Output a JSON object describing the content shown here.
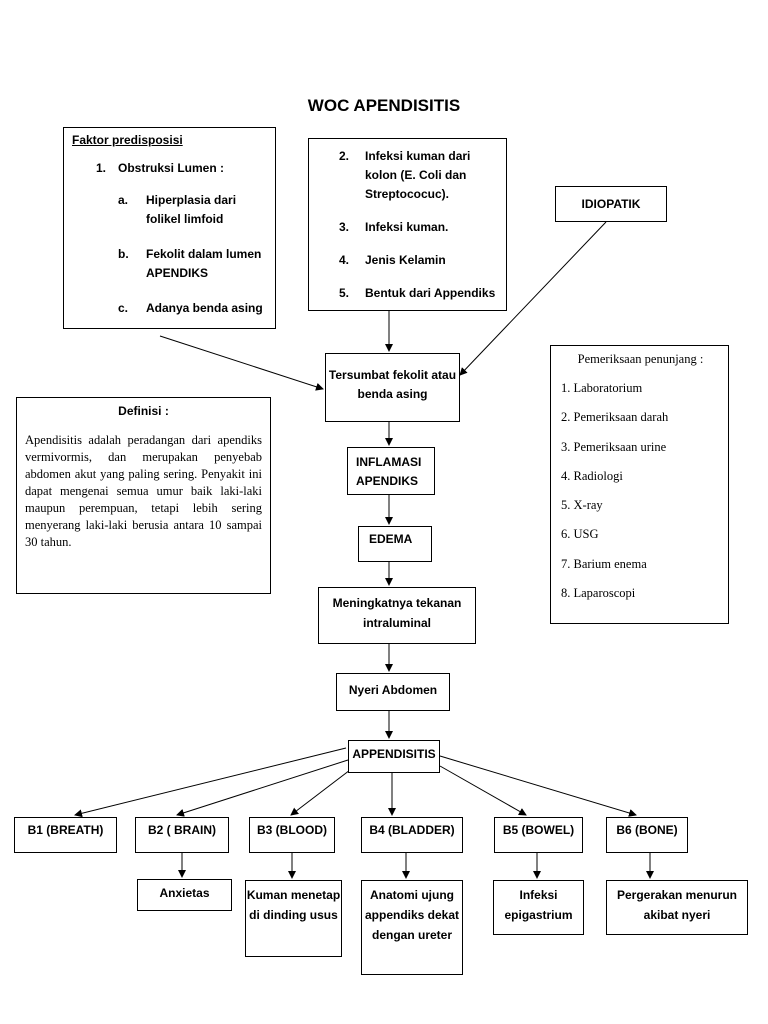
{
  "title": "WOC APENDISITIS",
  "faktor": {
    "header": "Faktor predisposisi",
    "item1_num": "1.",
    "item1_label": "Obstruksi Lumen :",
    "subs": [
      {
        "letter": "a.",
        "text": "Hiperplasia dari folikel limfoid"
      },
      {
        "letter": "b.",
        "text": "Fekolit dalam lumen APENDIKS"
      },
      {
        "letter": "c.",
        "text": "Adanya benda asing"
      }
    ]
  },
  "infeksi": {
    "items": [
      {
        "num": "2.",
        "text": "Infeksi kuman dari kolon (E. Coli dan Streptococuc)."
      },
      {
        "num": "3.",
        "text": "Infeksi kuman."
      },
      {
        "num": "4.",
        "text": "Jenis Kelamin"
      },
      {
        "num": "5.",
        "text": "Bentuk dari Appendiks"
      }
    ]
  },
  "idiopatik": "IDIOPATIK",
  "tersumbat": "Tersumbat fekolit atau benda asing",
  "inflamasi": "INFLAMASI APENDIKS",
  "edema": "EDEMA",
  "meningkat": "Meningkatnya tekanan intraluminal",
  "nyeri": "Nyeri Abdomen",
  "appendisitis": "APPENDISITIS",
  "definisi": {
    "header": "Definisi :",
    "text": "Apendisitis adalah peradangan dari apendiks vermivormis, dan merupakan penyebab abdomen akut yang paling sering. Penyakit ini dapat mengenai semua umur baik laki-laki maupun perempuan, tetapi lebih sering menyerang laki-laki berusia antara 10 sampai 30 tahun."
  },
  "pemeriksaan": {
    "header": "Pemeriksaan penunjang :",
    "items": [
      "1. Laboratorium",
      "2. Pemeriksaan darah",
      "3. Pemeriksaan urine",
      "4. Radiologi",
      "5. X-ray",
      "6. USG",
      "7. Barium enema",
      "8. Laparoscopi"
    ]
  },
  "b_boxes": {
    "b1": "B1 (BREATH)",
    "b2": "B2 ( BRAIN)",
    "b3": "B3 (BLOOD)",
    "b4": "B4 (BLADDER)",
    "b5": "B5 (BOWEL)",
    "b6": "B6 (BONE)"
  },
  "results": {
    "r2": "Anxietas",
    "r3": "Kuman menetap di dinding usus",
    "r4": "Anatomi ujung appendiks dekat dengan ureter",
    "r5": "Infeksi epigastrium",
    "r6": "Pergerakan menurun akibat nyeri"
  }
}
